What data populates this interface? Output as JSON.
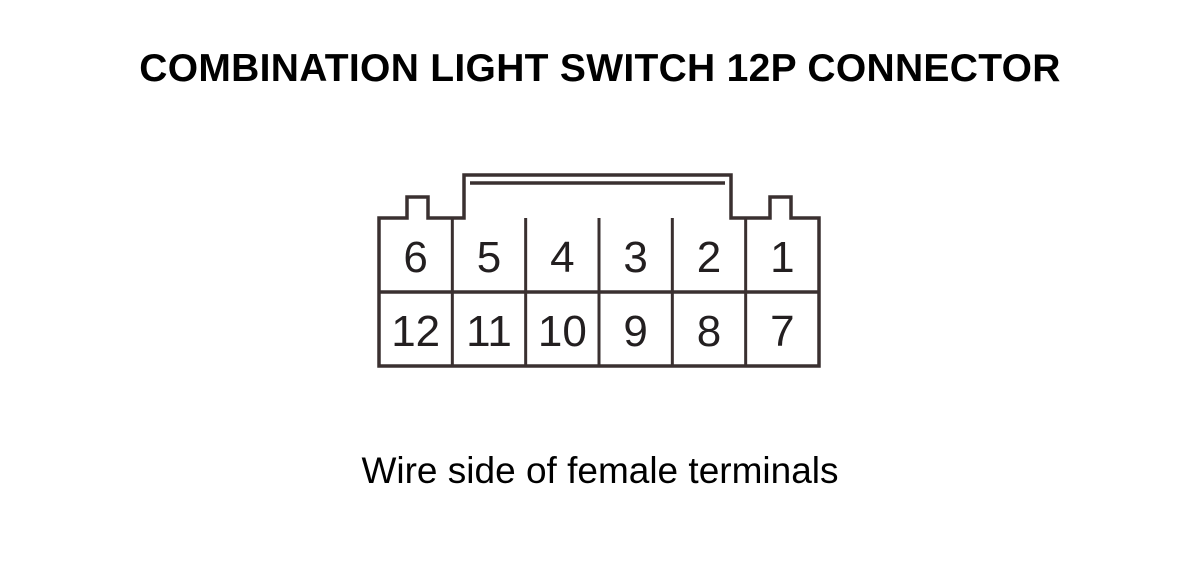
{
  "title": "COMBINATION LIGHT SWITCH 12P CONNECTOR",
  "caption": "Wire side of female terminals",
  "connector": {
    "top_row": [
      "6",
      "5",
      "4",
      "3",
      "2",
      "1"
    ],
    "bottom_row": [
      "12",
      "11",
      "10",
      "9",
      "8",
      "7"
    ]
  },
  "colors": {
    "outline": "#3a3030",
    "text": "#231f20"
  }
}
